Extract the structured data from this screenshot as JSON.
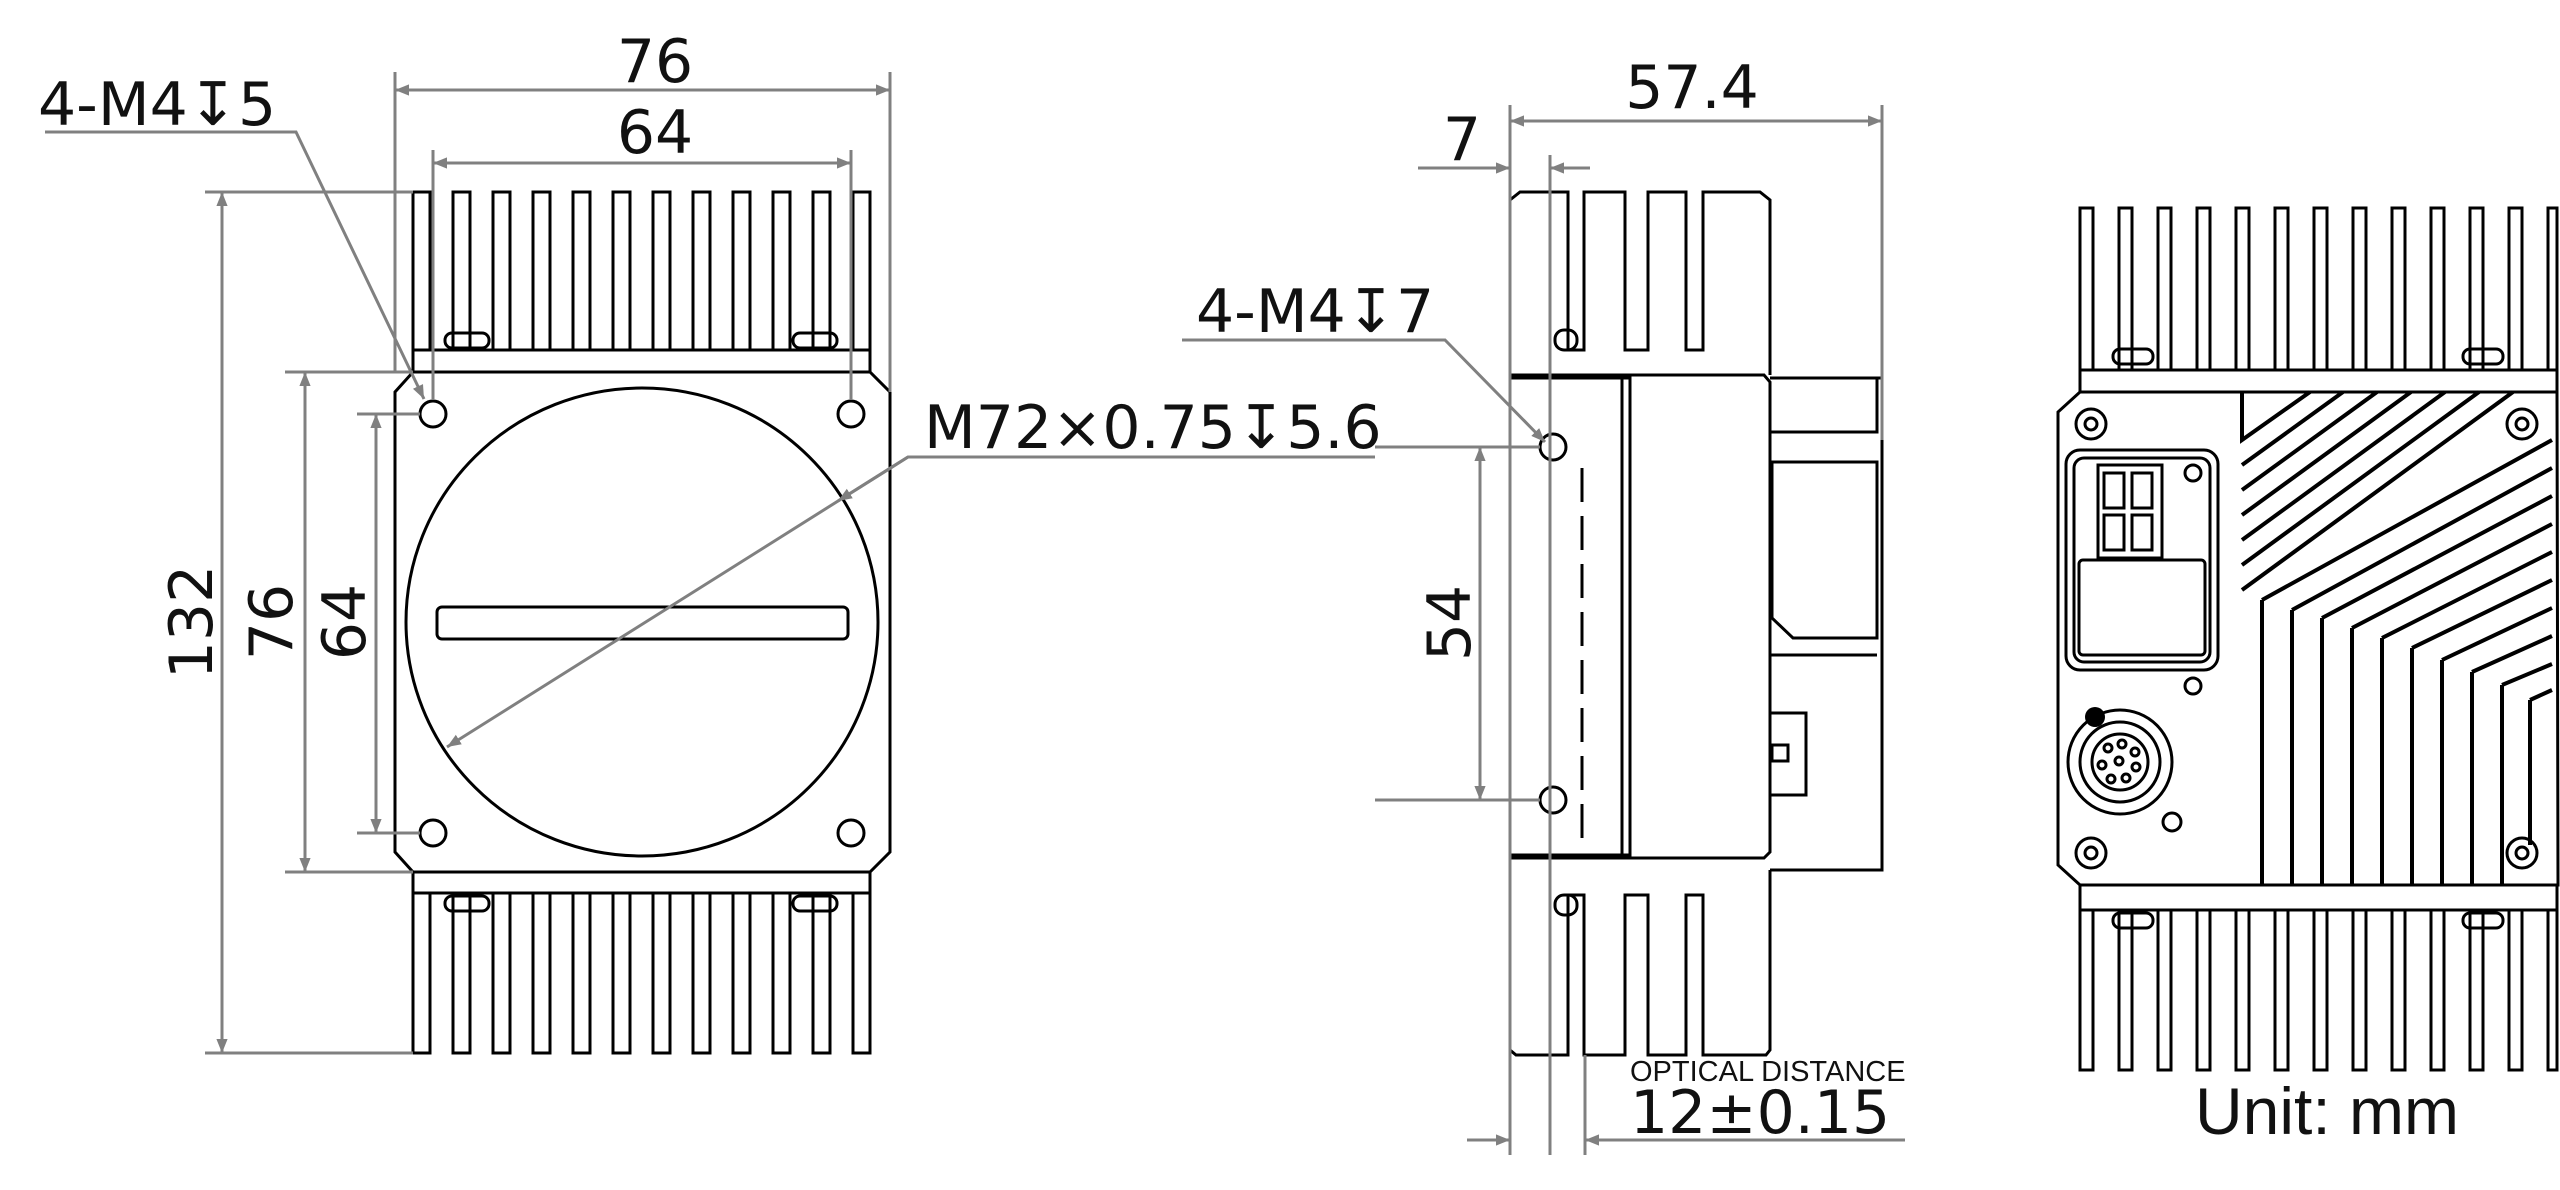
{
  "colors": {
    "outline": "#000000",
    "dimension_line": "#808080",
    "text": "#111111",
    "background": "#ffffff"
  },
  "front_view": {
    "overall_width": "76",
    "hole_spacing_width": "64",
    "mount_hole_callout": "4-M4↧5",
    "overall_height": "132",
    "body_height": "76",
    "hole_spacing_height": "64",
    "lens_thread": "M72×0.75↧5.6"
  },
  "side_view": {
    "overall_depth": "57.4",
    "flange_offset": "7",
    "mount_hole_callout": "4-M4↧7",
    "hole_spacing": "54",
    "optical_distance_label": "OPTICAL DISTANCE",
    "optical_distance_value": "12±0.15"
  },
  "rear_view": {
    "unit_label": "Unit: mm"
  }
}
